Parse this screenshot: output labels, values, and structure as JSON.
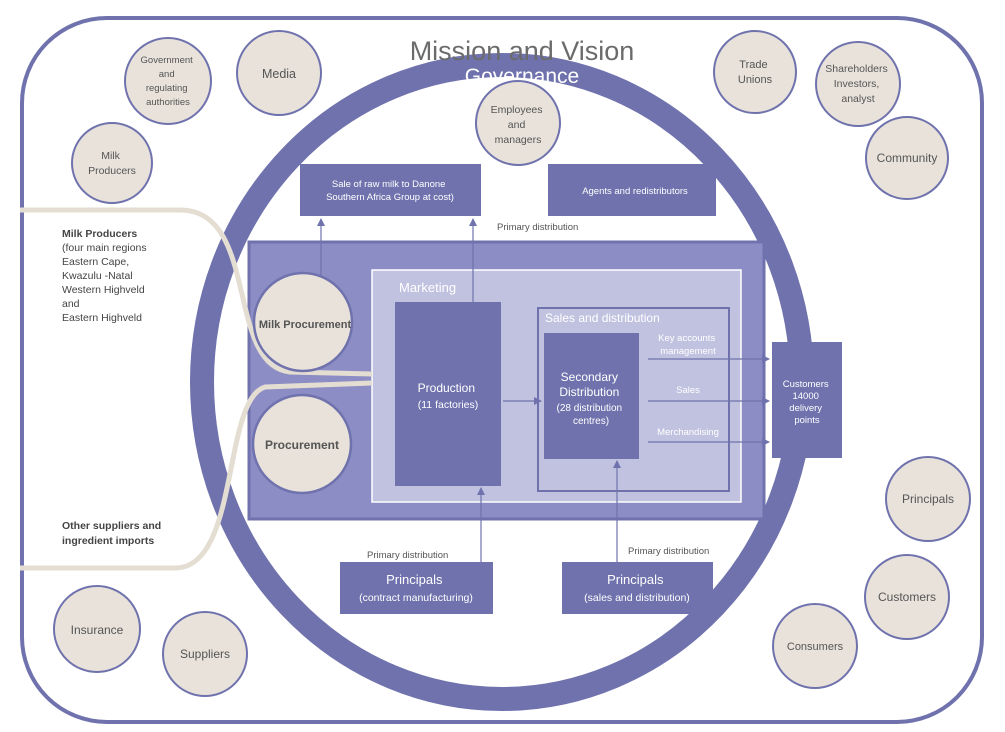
{
  "title": "Mission and Vision",
  "governance": "Governance",
  "stakeholders": {
    "government": [
      "Government",
      "and",
      "regulating",
      "authorities"
    ],
    "media": [
      "Media"
    ],
    "milk_producers": [
      "Milk",
      "Producers"
    ],
    "employees": [
      "Employees",
      "and",
      "managers"
    ],
    "trade_unions": [
      "Trade",
      "Unions"
    ],
    "shareholders": [
      "Shareholders",
      "Investors,",
      "analyst"
    ],
    "community": [
      "Community"
    ],
    "principals": [
      "Principals"
    ],
    "customers": [
      "Customers"
    ],
    "consumers": [
      "Consumers"
    ],
    "insurance": [
      "Insurance"
    ],
    "suppliers": [
      "Suppliers"
    ]
  },
  "boxes": {
    "raw_milk": [
      "Sale of raw milk to Danone",
      "Southern Africa Group at cost)"
    ],
    "agents": [
      "Agents and redistributors"
    ],
    "marketing": "Marketing",
    "sales_distribution": "Sales and distribution",
    "production": [
      "Production",
      "(11 factories)"
    ],
    "secondary": [
      "Secondary",
      "Distribution",
      "(28 distribution",
      "centres)"
    ],
    "customers_box": [
      "Customers",
      "14000",
      "delivery",
      "points"
    ],
    "principals_cm": [
      "Principals",
      "(contract manufacturing)"
    ],
    "principals_sd": [
      "Principals",
      "(sales and distribution)"
    ]
  },
  "inner_circles": {
    "milk_procurement": [
      "Milk Procurement"
    ],
    "procurement": [
      "Procurement"
    ]
  },
  "channels": {
    "key_accounts": [
      "Key accounts",
      "management"
    ],
    "sales": [
      "Sales"
    ],
    "merchandising": [
      "Merchandising"
    ]
  },
  "primary_distribution": {
    "top": "Primary distribution",
    "bottom_left": "Primary distribution",
    "bottom_right": "Primary distribution"
  },
  "side_labels": {
    "milk_producers_title": "Milk Producers",
    "milk_producers_lines": [
      "(four main regions",
      "Eastern Cape,",
      "Kwazulu -Natal",
      "Western Highveld",
      "and",
      "Eastern Highveld"
    ],
    "other_suppliers": [
      "Other suppliers and",
      "ingredient imports"
    ]
  }
}
